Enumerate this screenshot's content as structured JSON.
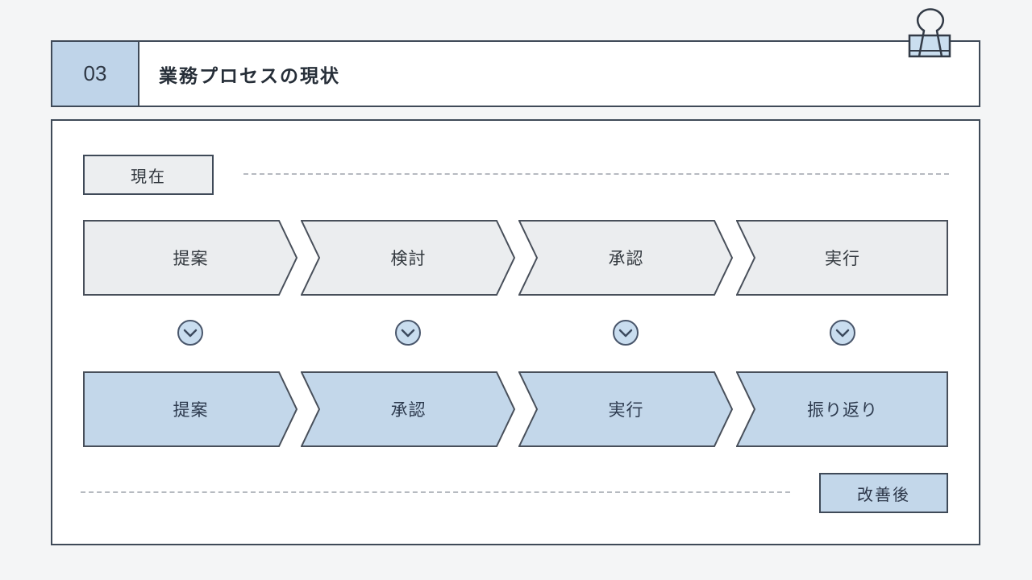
{
  "slide": {
    "page_number": "03",
    "title": "業務プロセスの現状"
  },
  "diagram": {
    "current_label": "現在",
    "improved_label": "改善後",
    "top_row": {
      "name": "current-process",
      "steps": [
        "提案",
        "検討",
        "承認",
        "実行"
      ]
    },
    "bottom_row": {
      "name": "improved-process",
      "steps": [
        "提案",
        "承認",
        "実行",
        "振り返り"
      ]
    },
    "transition_icon": "chevron-down-circle-icon",
    "decoration_icon": "binder-clip-icon"
  },
  "colors": {
    "background": "#f4f5f6",
    "panel": "#ffffff",
    "border_dark": "#3f4a58",
    "accent_blue": "#c3d7ea",
    "accent_blue_strong": "#bfd4e9",
    "neutral_gray": "#ebedef",
    "text_dark": "#2d3a4e",
    "dash_gray": "#b6bac0"
  }
}
